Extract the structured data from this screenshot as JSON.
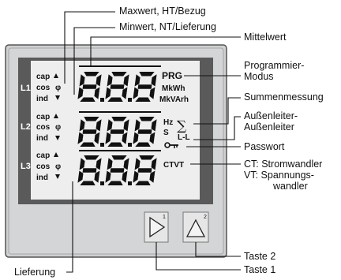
{
  "callouts": {
    "maxwert": "Maxwert, HT/Bezug",
    "minwert": "Minwert, NT/Lieferung",
    "mittelwert": "Mittelwert",
    "programmier_1": "Programmier-",
    "programmier_2": "Modus",
    "summenmessung": "Summenmessung",
    "aussenleiter_1": "Außenleiter-",
    "aussenleiter_2": "Außenleiter",
    "passwort": "Passwort",
    "ct_line": "CT:  Stromwandler",
    "vt_line1": "VT:  Spannungs-",
    "vt_line2": "wandler",
    "taste2": "Taste 2",
    "taste1": "Taste 1",
    "lieferung": "Lieferung"
  },
  "display": {
    "rows": [
      {
        "label": "L1",
        "digits": "8.8.8"
      },
      {
        "label": "L2",
        "digits": "8.8.8"
      },
      {
        "label": "L3",
        "digits": "8.8.8"
      }
    ],
    "ind_labels": {
      "cap": "cap",
      "cos": "cos",
      "phi": "φ",
      "ind": "ind"
    },
    "right_labels": {
      "prg": "PRG",
      "mkwh": "MkWh",
      "mkvarh": "MkVArh",
      "hz": "Hz",
      "s": "S",
      "ll": "L-L",
      "ctvt": "CTVT"
    },
    "key_icon": "key-icon",
    "sigma_icon": "sigma-icon"
  },
  "buttons": {
    "button1_index": "1",
    "button2_index": "2"
  }
}
